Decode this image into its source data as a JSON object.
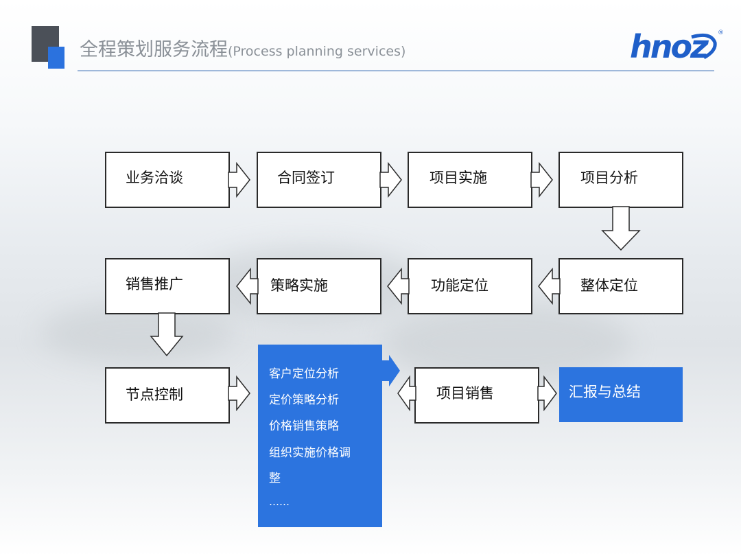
{
  "header": {
    "title_cn": "全程策划服务流程",
    "title_en": "(Process planning services)",
    "logo_text": "hnoz",
    "logo_mark": "®"
  },
  "flow": {
    "row1": [
      "业务洽谈",
      "合同签订",
      "项目实施",
      "项目分析"
    ],
    "row2": [
      "销售推广",
      "策略实施",
      "功能定位",
      "整体定位"
    ],
    "node_control": "节点控制",
    "detail_items": [
      "客户定位分析",
      "定价策略分析",
      "价格销售策略",
      "组织实施价格调",
      "整",
      "……"
    ],
    "project_sales": "项目销售",
    "report": "汇报与总结"
  },
  "colors": {
    "accent_blue": "#2c74df",
    "dark_block": "#4b5058",
    "title_gray": "#8a9097",
    "border": "#2a2a2a"
  }
}
